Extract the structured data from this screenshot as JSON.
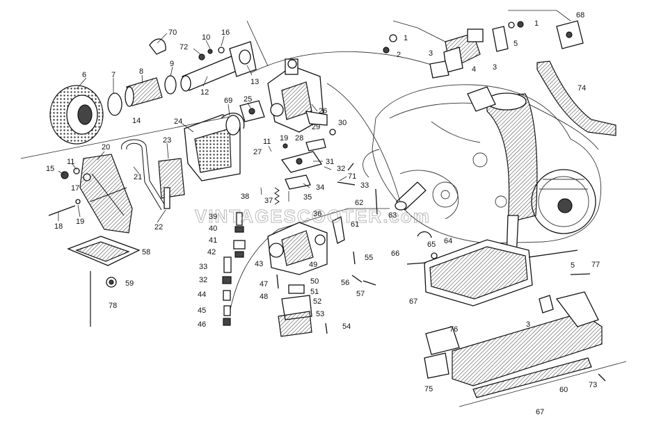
{
  "watermark": "VINTAGESCOOTER.com",
  "labels": [
    {
      "id": "l70",
      "text": "70"
    },
    {
      "id": "l10",
      "text": "10"
    },
    {
      "id": "l16",
      "text": "16"
    },
    {
      "id": "l72",
      "text": "72"
    },
    {
      "id": "l9",
      "text": "9"
    },
    {
      "id": "l6",
      "text": "6"
    },
    {
      "id": "l7",
      "text": "7"
    },
    {
      "id": "l8",
      "text": "8"
    },
    {
      "id": "l12",
      "text": "12"
    },
    {
      "id": "l13",
      "text": "13"
    },
    {
      "id": "l69",
      "text": "69"
    },
    {
      "id": "l25",
      "text": "25"
    },
    {
      "id": "l26",
      "text": "26"
    },
    {
      "id": "l14",
      "text": "14"
    },
    {
      "id": "l24",
      "text": "24"
    },
    {
      "id": "l29",
      "text": "29"
    },
    {
      "id": "l30",
      "text": "30"
    },
    {
      "id": "l23",
      "text": "23"
    },
    {
      "id": "l20",
      "text": "20"
    },
    {
      "id": "l11a",
      "text": "11"
    },
    {
      "id": "l19a",
      "text": "19"
    },
    {
      "id": "l28",
      "text": "28"
    },
    {
      "id": "l27",
      "text": "27"
    },
    {
      "id": "l31",
      "text": "31"
    },
    {
      "id": "l32",
      "text": "32"
    },
    {
      "id": "l71",
      "text": "71"
    },
    {
      "id": "l15",
      "text": "15"
    },
    {
      "id": "l11b",
      "text": "11"
    },
    {
      "id": "l21",
      "text": "21"
    },
    {
      "id": "l17",
      "text": "17"
    },
    {
      "id": "l34",
      "text": "34"
    },
    {
      "id": "l33a",
      "text": "33"
    },
    {
      "id": "l38",
      "text": "38"
    },
    {
      "id": "l37",
      "text": "37"
    },
    {
      "id": "l35",
      "text": "35"
    },
    {
      "id": "l62",
      "text": "62"
    },
    {
      "id": "l63",
      "text": "63"
    },
    {
      "id": "l18",
      "text": "18"
    },
    {
      "id": "l19b",
      "text": "19"
    },
    {
      "id": "l22",
      "text": "22"
    },
    {
      "id": "l39",
      "text": "39"
    },
    {
      "id": "l36",
      "text": "36"
    },
    {
      "id": "l40",
      "text": "40"
    },
    {
      "id": "l61",
      "text": "61"
    },
    {
      "id": "l41",
      "text": "41"
    },
    {
      "id": "l42",
      "text": "42"
    },
    {
      "id": "l58",
      "text": "58"
    },
    {
      "id": "l43",
      "text": "43"
    },
    {
      "id": "l55",
      "text": "55"
    },
    {
      "id": "l33b",
      "text": "33"
    },
    {
      "id": "l49",
      "text": "49"
    },
    {
      "id": "l32b",
      "text": "32"
    },
    {
      "id": "l59",
      "text": "59"
    },
    {
      "id": "l47",
      "text": "47"
    },
    {
      "id": "l50",
      "text": "50"
    },
    {
      "id": "l56",
      "text": "56"
    },
    {
      "id": "l57",
      "text": "57"
    },
    {
      "id": "l48",
      "text": "48"
    },
    {
      "id": "l51",
      "text": "51"
    },
    {
      "id": "l44",
      "text": "44"
    },
    {
      "id": "l52",
      "text": "52"
    },
    {
      "id": "l78",
      "text": "78"
    },
    {
      "id": "l45",
      "text": "45"
    },
    {
      "id": "l53",
      "text": "53"
    },
    {
      "id": "l46",
      "text": "46"
    },
    {
      "id": "l54",
      "text": "54"
    },
    {
      "id": "l1a",
      "text": "1"
    },
    {
      "id": "l2",
      "text": "2"
    },
    {
      "id": "l3a",
      "text": "3"
    },
    {
      "id": "l4",
      "text": "4"
    },
    {
      "id": "l3b",
      "text": "3"
    },
    {
      "id": "l5a",
      "text": "5"
    },
    {
      "id": "l1b",
      "text": "1"
    },
    {
      "id": "l68",
      "text": "68"
    },
    {
      "id": "l74",
      "text": "74"
    },
    {
      "id": "l66",
      "text": "66"
    },
    {
      "id": "l65",
      "text": "65"
    },
    {
      "id": "l64",
      "text": "64"
    },
    {
      "id": "l5b",
      "text": "5"
    },
    {
      "id": "l77",
      "text": "77"
    },
    {
      "id": "l67a",
      "text": "67"
    },
    {
      "id": "l3c",
      "text": "3"
    },
    {
      "id": "l76",
      "text": "76"
    },
    {
      "id": "l75",
      "text": "75"
    },
    {
      "id": "l60",
      "text": "60"
    },
    {
      "id": "l73",
      "text": "73"
    },
    {
      "id": "l67b",
      "text": "67"
    }
  ]
}
